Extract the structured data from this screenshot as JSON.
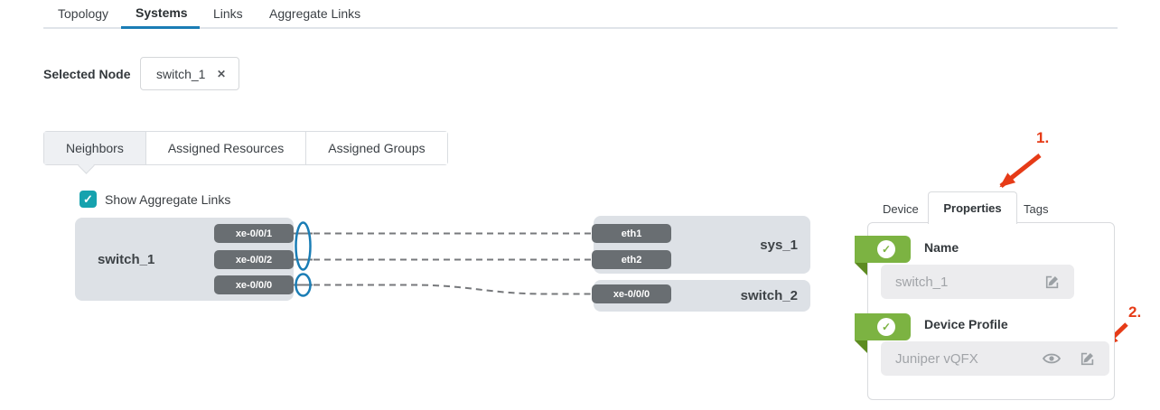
{
  "header": {
    "tabs": [
      {
        "label": "Topology",
        "active": false
      },
      {
        "label": "Systems",
        "active": true
      },
      {
        "label": "Links",
        "active": false
      },
      {
        "label": "Aggregate Links",
        "active": false
      }
    ]
  },
  "selected_node": {
    "label": "Selected Node",
    "value": "switch_1",
    "remove_glyph": "✕"
  },
  "subtabs": [
    {
      "label": "Neighbors",
      "active": true
    },
    {
      "label": "Assigned Resources",
      "active": false
    },
    {
      "label": "Assigned Groups",
      "active": false
    }
  ],
  "options": {
    "show_aggregate_links": "Show Aggregate Links",
    "checked": true,
    "check_glyph": "✓"
  },
  "diagram": {
    "switch1": {
      "name": "switch_1",
      "ports": [
        {
          "label": "xe-0/0/1"
        },
        {
          "label": "xe-0/0/2"
        },
        {
          "label": "xe-0/0/0"
        }
      ]
    },
    "sys1": {
      "name": "sys_1",
      "ports": [
        {
          "label": "eth1"
        },
        {
          "label": "eth2"
        }
      ]
    },
    "switch2": {
      "name": "switch_2",
      "ports": [
        {
          "label": "xe-0/0/0"
        }
      ]
    },
    "aggregate_links": [
      {
        "members": [
          "xe-0/0/1",
          "xe-0/0/2"
        ]
      },
      {
        "members": [
          "xe-0/0/0"
        ]
      }
    ],
    "links": [
      {
        "from": "switch_1:xe-0/0/1",
        "to": "sys_1:eth1"
      },
      {
        "from": "switch_1:xe-0/0/2",
        "to": "sys_1:eth2"
      },
      {
        "from": "switch_1:xe-0/0/0",
        "to": "switch_2:xe-0/0/0"
      }
    ]
  },
  "panel": {
    "tabs": [
      {
        "label": "Device",
        "active": false
      },
      {
        "label": "Properties",
        "active": true
      },
      {
        "label": "Tags",
        "active": false
      }
    ],
    "check_glyph": "✓",
    "sections": [
      {
        "heading": "Name",
        "value": "switch_1",
        "actions": [
          "edit"
        ]
      },
      {
        "heading": "Device Profile",
        "value": "Juniper vQFX",
        "actions": [
          "view",
          "edit"
        ]
      }
    ]
  },
  "annotations": {
    "step1": "1.",
    "step2": "2."
  },
  "colors": {
    "accent_blue": "#1a7db5",
    "checkbox_teal": "#16a2ae",
    "ribbon_green": "#7cb342",
    "ribbon_fold_green": "#5d8b21",
    "badge_gray": "#696e72",
    "node_bg": "#dde1e6",
    "arrow_red": "#e63b17",
    "dashed_link_gray": "#77797c"
  }
}
